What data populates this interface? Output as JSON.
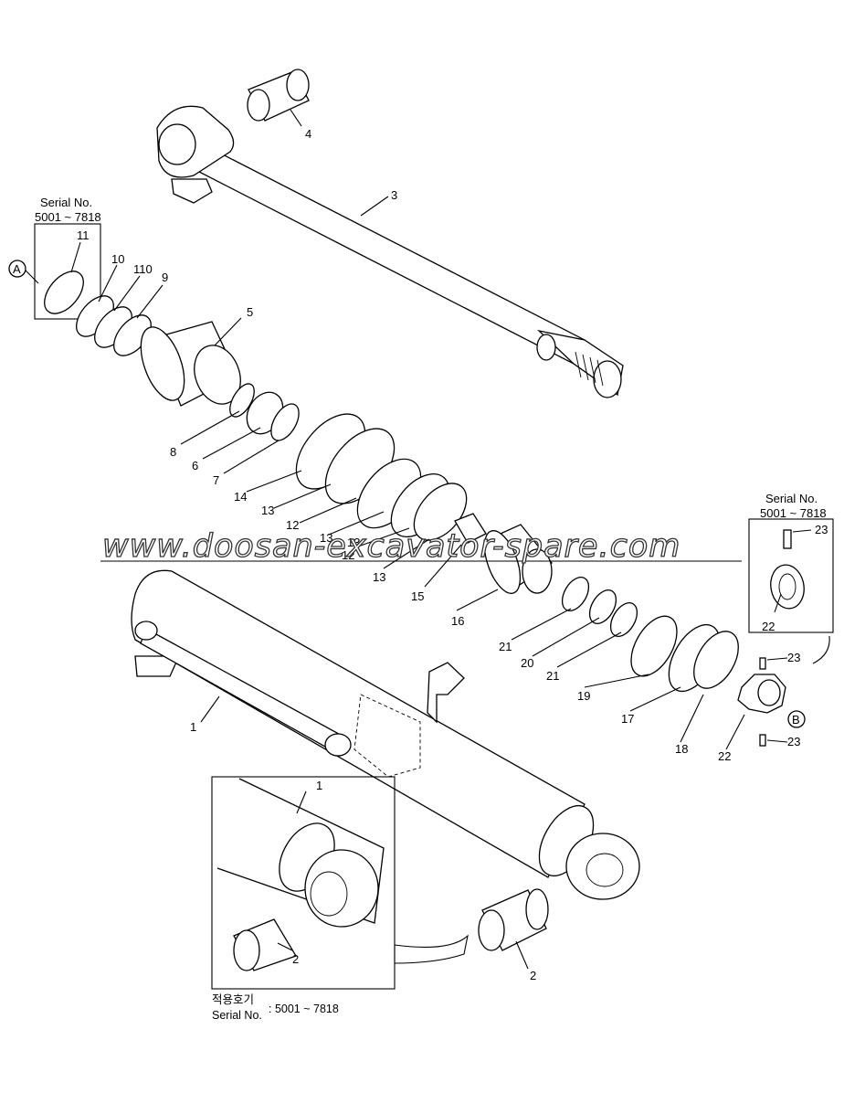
{
  "serial_box_left": {
    "title": "Serial No.",
    "range": "5001 ~ 7818"
  },
  "serial_box_right": {
    "title": "Serial No.",
    "range": "5001 ~ 7818"
  },
  "inset": {
    "korean": "적용호기",
    "serial_label": "Serial No.",
    "serial_range": ": 5001 ~ 7818"
  },
  "markers": {
    "a": "A",
    "b": "B"
  },
  "watermark": "www.doosan-excavator-spare.com",
  "callouts": {
    "c1": "1",
    "c1_inset": "1",
    "c2": "2",
    "c2_inset": "2",
    "c3": "3",
    "c4": "4",
    "c5": "5",
    "c6": "6",
    "c7": "7",
    "c8": "8",
    "c9": "9",
    "c10": "10",
    "c110": "110",
    "c11": "11",
    "c12a": "12",
    "c12b": "12",
    "c13a": "13",
    "c13b": "13",
    "c13c": "13",
    "c13d": "13",
    "c14": "14",
    "c15": "15",
    "c16": "16",
    "c17": "17",
    "c18": "18",
    "c19": "19",
    "c20": "20",
    "c21a": "21",
    "c21b": "21",
    "c22a": "22",
    "c22b": "22",
    "c23a": "23",
    "c23b": "23",
    "c23c": "23"
  }
}
